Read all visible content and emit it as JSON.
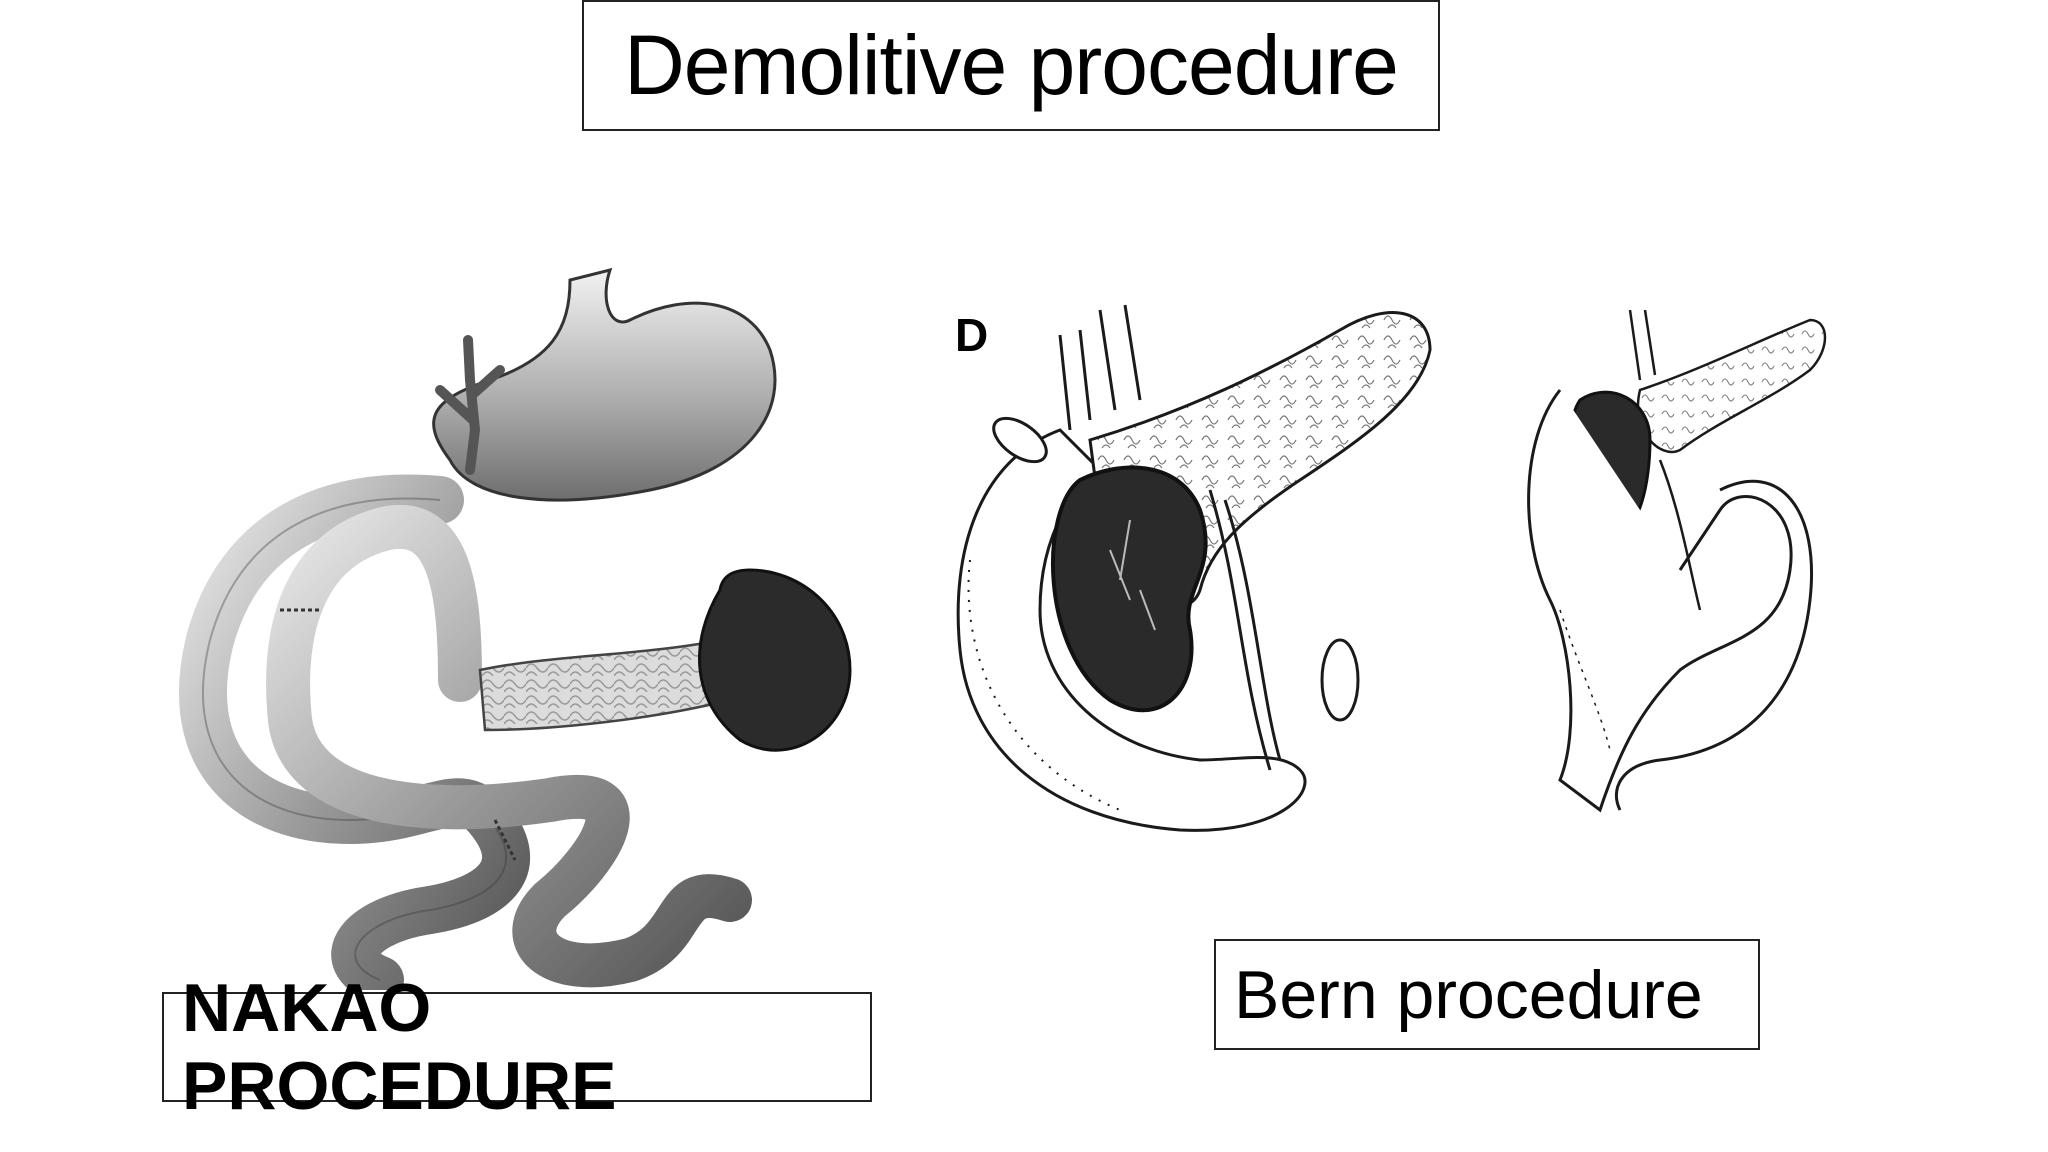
{
  "slide": {
    "title": "Demolitive procedure",
    "left_label": "NAKAO PROCEDURE",
    "right_label": "Bern procedure",
    "panel_letter": "D"
  },
  "colors": {
    "ink": "#1a1a1a",
    "bowel_gray": "#9a9a9a",
    "spleen_dark": "#2b2b2b",
    "pancreas_light": "#d8d8d8"
  }
}
